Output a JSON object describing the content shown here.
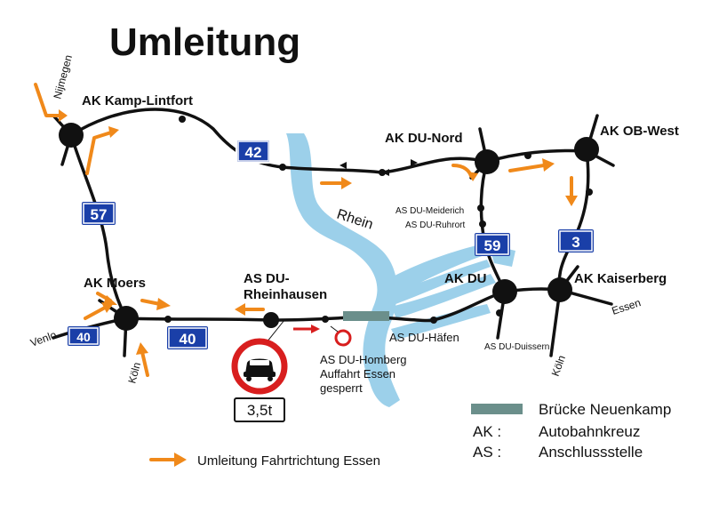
{
  "title": "Umleitung",
  "labels": {
    "kamp_lintfort": "AK Kamp-Lintfort",
    "du_nord": "AK DU-Nord",
    "ob_west": "AK OB-West",
    "moers": "AK Moers",
    "as_rheinhausen_1": "AS DU-",
    "as_rheinhausen_2": "Rheinhausen",
    "ak_du": "AK DU",
    "kaiserberg": "AK Kaiserberg",
    "meiderich": "AS DU-Meiderich",
    "ruhrort": "AS DU-Ruhrort",
    "haefen": "AS DU-Häfen",
    "duissern": "AS DU-Duissern",
    "homberg_1": "AS DU-Homberg",
    "homberg_2": "Auffahrt Essen",
    "homberg_3": "gesperrt",
    "rhein": "Rhein",
    "nijmegen": "Nijmegen",
    "venlo": "Venlo",
    "koeln_left": "Köln",
    "koeln_right": "Köln",
    "essen": "Essen"
  },
  "shields": {
    "a42": "42",
    "a57": "57",
    "a40_main": "40",
    "a40_small": "40",
    "a59": "59",
    "a3": "3"
  },
  "sign": {
    "weight_limit": "3,5t",
    "icon": "no-car-sign-icon"
  },
  "legend": {
    "bridge_label": "Brücke Neuenkamp",
    "ak_abbr": "AK :",
    "ak_text": "Autobahnkreuz",
    "as_abbr": "AS :",
    "as_text": "Anschlussstelle",
    "detour_text": "Umleitung Fahrtrichtung Essen"
  },
  "colors": {
    "detour_arrow": "#f0891a",
    "river": "#9cd0ea",
    "shield_blue": "#1a3fa8",
    "bridge": "#6b8f8b",
    "prohibition_red": "#d81e1e"
  }
}
